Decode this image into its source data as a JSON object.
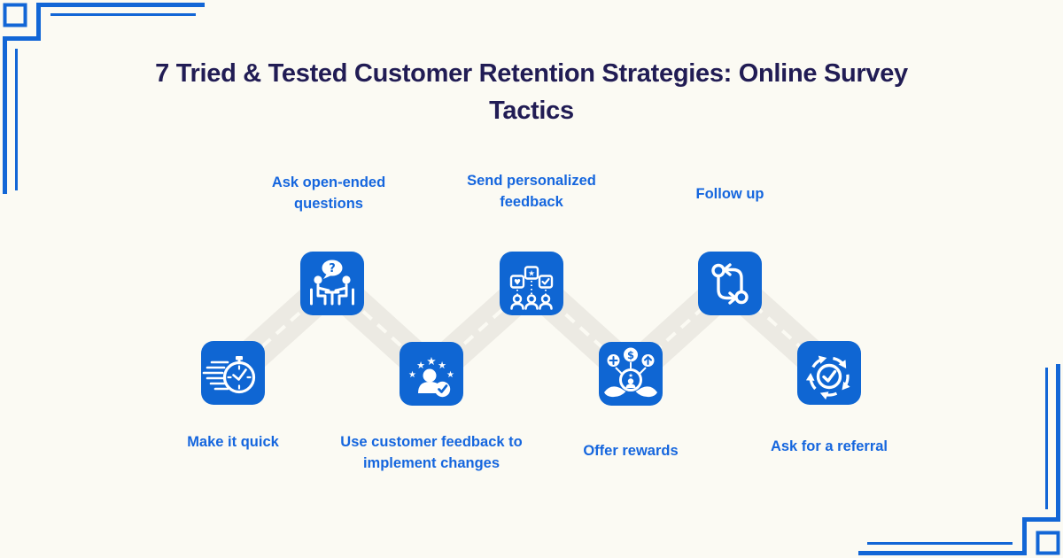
{
  "colors": {
    "background": "#FBFAF3",
    "accent_blue": "#1266D6",
    "tile_blue": "#0F66D3",
    "label_blue": "#1566DE",
    "title_navy": "#211C54",
    "path_gray": "#ECEAE3"
  },
  "title": "7 Tried & Tested Customer Retention Strategies: Online Survey Tactics",
  "steps": [
    {
      "label": "Make it quick",
      "icon": "speed-stopwatch-icon",
      "label_position": "below"
    },
    {
      "label": "Ask open-ended questions",
      "icon": "interview-question-icon",
      "label_position": "above"
    },
    {
      "label": "Use customer feedback to implement changes",
      "icon": "customer-rating-check-icon",
      "label_position": "below"
    },
    {
      "label": "Send personalized feedback",
      "icon": "personalized-messages-icon",
      "label_position": "above"
    },
    {
      "label": "Offer rewards",
      "icon": "rewards-in-hands-icon",
      "label_position": "below"
    },
    {
      "label": "Follow up",
      "icon": "follow-up-loop-icon",
      "label_position": "above"
    },
    {
      "label": "Ask for a referral",
      "icon": "referral-cycle-icon",
      "label_position": "below"
    }
  ]
}
